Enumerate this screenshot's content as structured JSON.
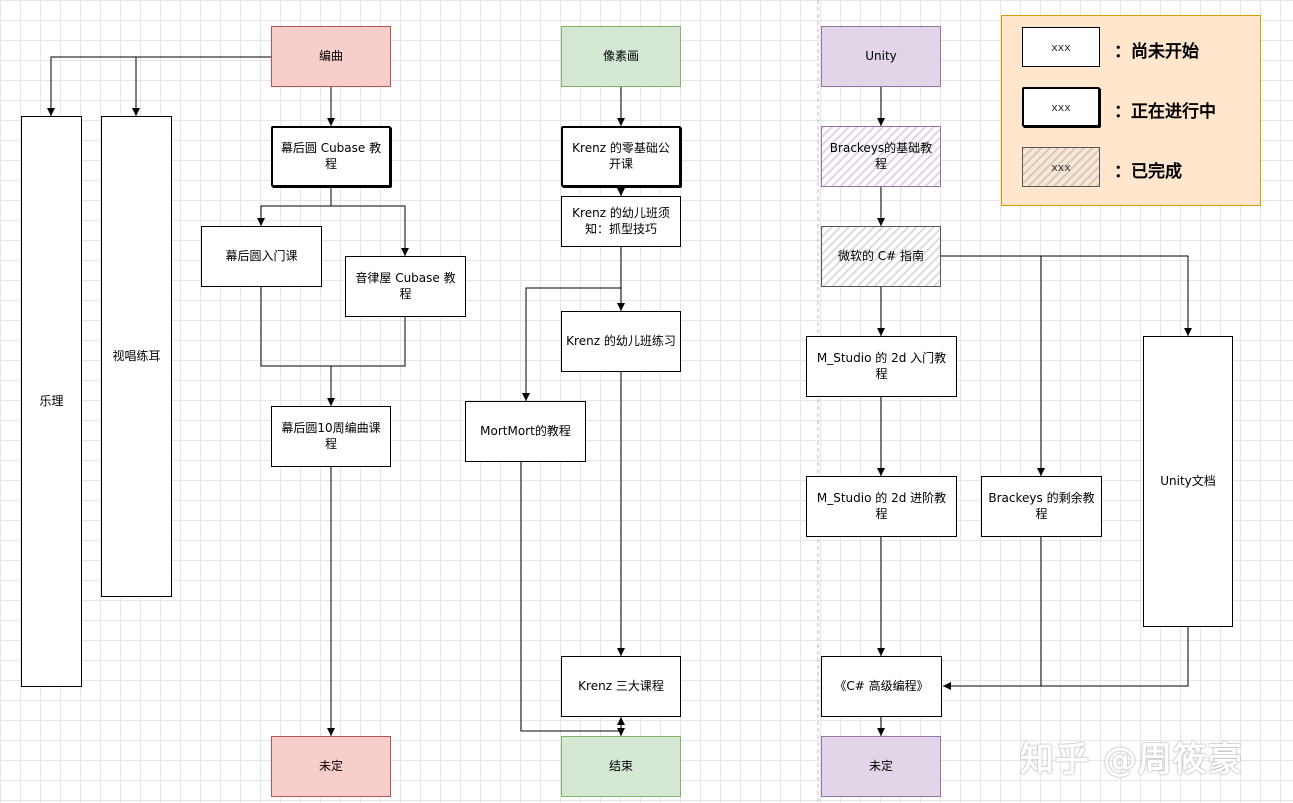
{
  "music": {
    "compose": "编曲",
    "yueli": "乐理",
    "shichang": "视唱练耳",
    "cubase_mhq": "幕后圆 Cubase 教程",
    "intro": "幕后圆入门课",
    "cubase_ylw": "音律屋 Cubase 教程",
    "week10": "幕后圆10周编曲课程",
    "undecided": "未定"
  },
  "pixel": {
    "title": "像素画",
    "krenz_open": "Krenz 的零基础公开课",
    "krenz_notice": "Krenz 的幼儿班须知：抓型技巧",
    "krenz_practice": "Krenz 的幼儿班练习",
    "mortmort": "MortMort的教程",
    "krenz_big3": "Krenz 三大课程",
    "end": "结束"
  },
  "unity": {
    "title": "Unity",
    "brackeys_basic": "Brackeys的基础教程",
    "ms_csharp": "微软的 C# 指南",
    "mstudio_intro": "M_Studio 的 2d 入门教程",
    "mstudio_adv": "M_Studio 的 2d 进阶教程",
    "brackeys_rest": "Brackeys 的剩余教程",
    "unity_docs": "Unity文档",
    "csharp_adv": "《C# 高级编程》",
    "undecided": "未定"
  },
  "legend": {
    "sample": "xxx",
    "not_started": "：尚未开始",
    "in_progress": "：正在进行中",
    "done": "：已完成"
  },
  "watermark": "知乎 @周筱豪"
}
